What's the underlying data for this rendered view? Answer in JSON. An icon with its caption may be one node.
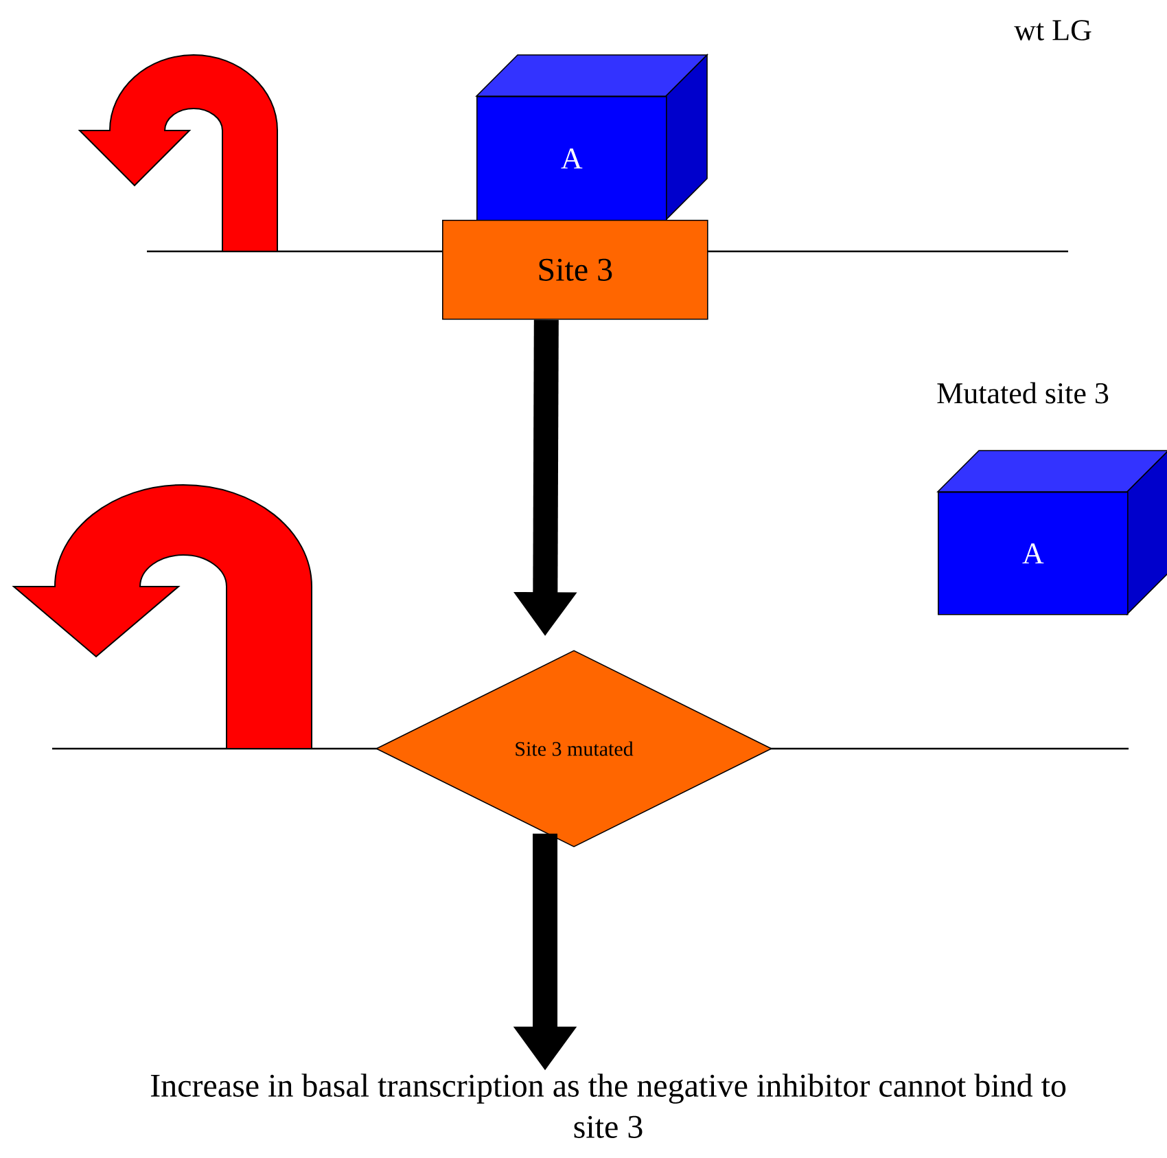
{
  "diagram": {
    "nodes": [
      {
        "text": [
          "A"
        ]
      },
      {
        "text": [
          "Site 3"
        ]
      },
      {
        "text": [
          "A"
        ]
      },
      {
        "text": [
          "Site 3 mutated"
        ]
      },
      {
        "text": [
          "Increase in basal transcription as the negative inhibitor cannot bind to site 3"
        ]
      }
    ],
    "edges": [
      {
        "from": 1,
        "to": 3,
        "arrow": "to"
      },
      {
        "from": 3,
        "to": 4,
        "arrow": "to"
      }
    ],
    "labels": [
      "wt LG",
      "Mutated site 3"
    ]
  }
}
